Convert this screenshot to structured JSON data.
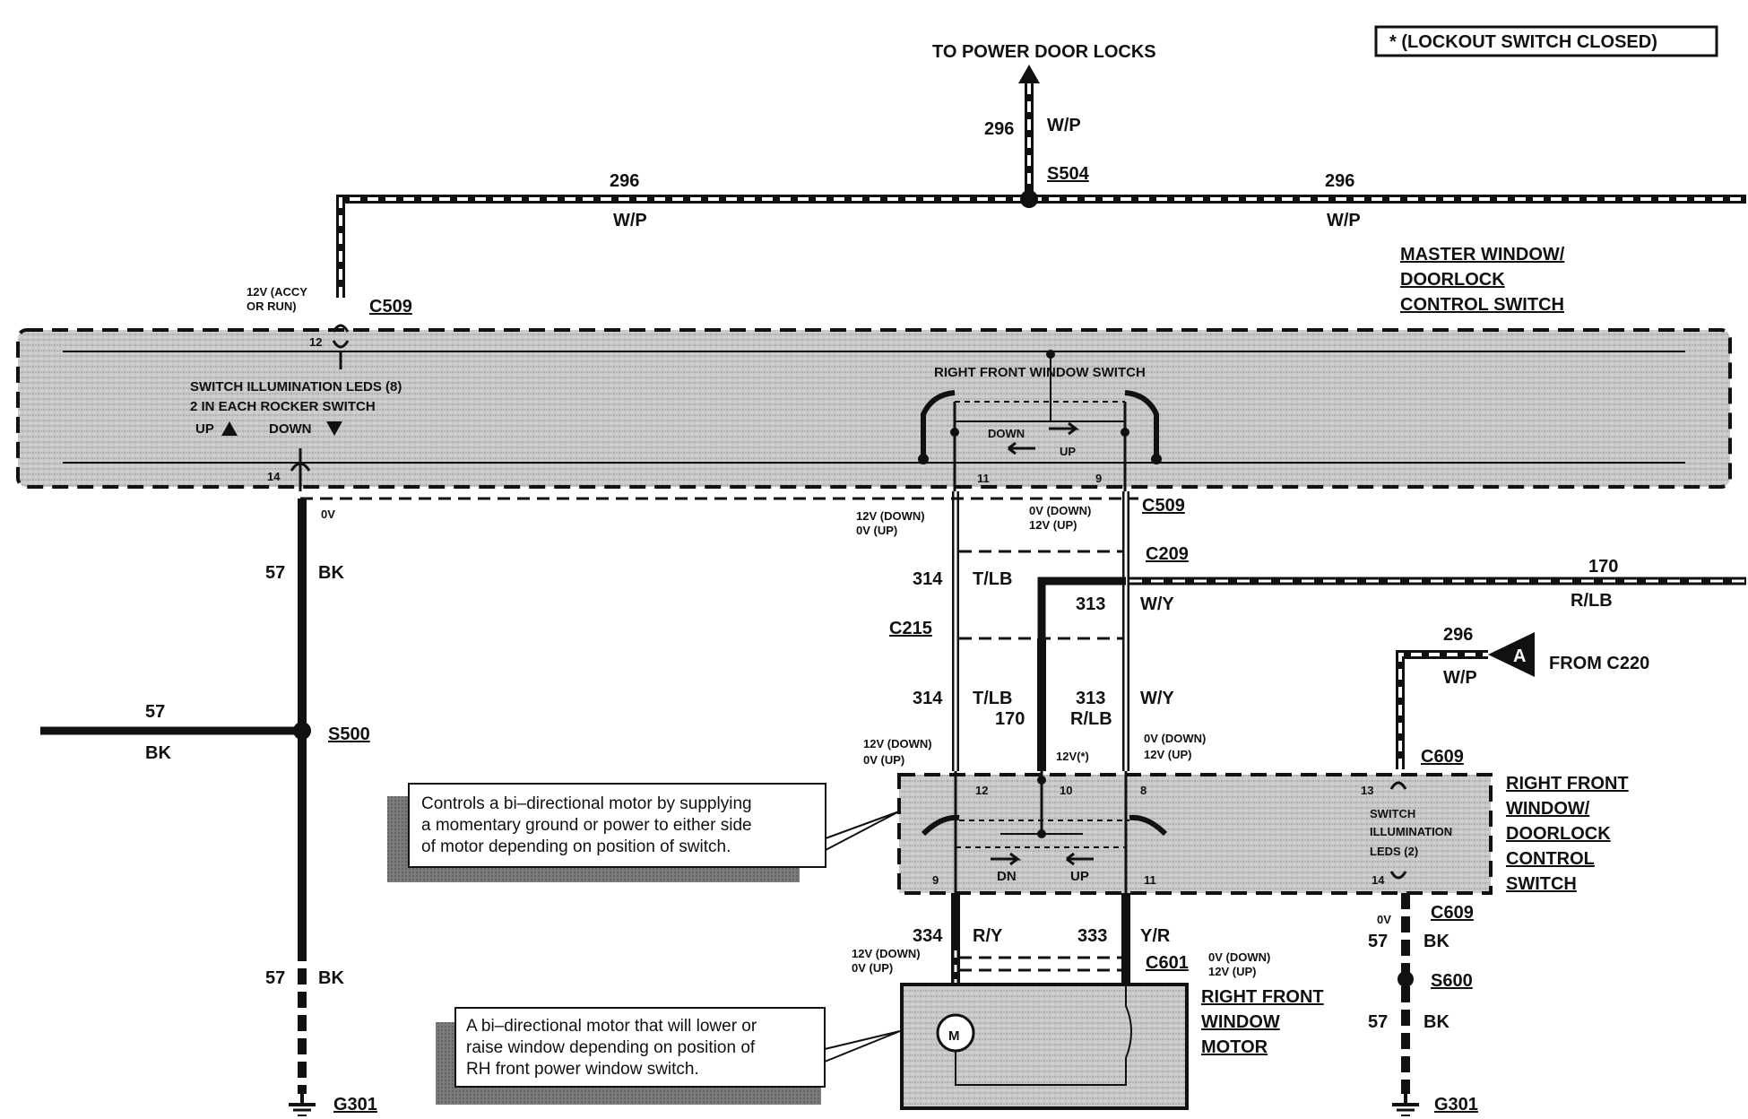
{
  "header": {
    "legend_text": "*   (LOCKOUT SWITCH CLOSED)",
    "to_power_door_locks": "TO POWER DOOR LOCKS"
  },
  "top_bus": {
    "circuit_left": "296",
    "color_left": "W/P",
    "circuit_right": "296",
    "color_right": "W/P",
    "vertical_circuit": "296",
    "vertical_color": "W/P",
    "splice": "S504"
  },
  "master_switch": {
    "title_line1": "MASTER WINDOW/",
    "title_line2": "DOORLOCK",
    "title_line3": "CONTROL SWITCH",
    "feed_note_line1": "12V (ACCY",
    "feed_note_line2": "OR RUN)",
    "connector_top": "C509",
    "pin_12": "12",
    "pin_14": "14",
    "led_line1": "SWITCH ILLUMINATION LEDS (8)",
    "led_line2": "2 IN EACH ROCKER SWITCH",
    "led_up": "UP",
    "led_down": "DOWN",
    "window_switch_label": "RIGHT FRONT   WINDOW SWITCH",
    "down_label": "DOWN",
    "up_label": "UP",
    "pin_11": "11",
    "pin_9": "9"
  },
  "center_wiring": {
    "conn_c509": "C509",
    "left_voltage_line1": "12V (DOWN)",
    "left_voltage_line2": "0V (UP)",
    "right_voltage_line1": "0V (DOWN)",
    "right_voltage_line2": "12V (UP)",
    "conn_c209": "C209",
    "conn_c215": "C215",
    "w314_circuit": "314",
    "w314_color": "T/LB",
    "w313_circuit": "313",
    "w313_color": "W/Y",
    "w170_circuit": "170",
    "w170_color": "R/LB",
    "w314b_circuit": "314",
    "w314b_color": "T/LB",
    "w170b_circuit": "170",
    "w313b_circuit": "313",
    "w313b_color": "R/LB",
    "w313b_color2": "W/Y",
    "lower_left_voltage_line1": "12V (DOWN)",
    "lower_left_voltage_line2": "0V (UP)",
    "lower_right_voltage_line1": "0V (DOWN)",
    "lower_right_voltage_line2": "12V (UP)",
    "star_voltage": "12V(*)"
  },
  "ground_left": {
    "voltage": "0V",
    "circuit_top": "57",
    "color_top": "BK",
    "splice": "S500",
    "branch_circuit": "57",
    "branch_color": "BK",
    "circuit_bottom": "57",
    "color_bottom": "BK",
    "ground": "G301"
  },
  "from_c220": {
    "circuit": "296",
    "color": "W/P",
    "marker": "A",
    "label": "FROM  C220",
    "connector": "C609"
  },
  "rf_switch": {
    "title_line1": "RIGHT FRONT",
    "title_line2": "WINDOW/",
    "title_line3": "DOORLOCK",
    "title_line4": "CONTROL",
    "title_line5": "SWITCH",
    "pin_12": "12",
    "pin_10": "10",
    "pin_8": "8",
    "pin_13": "13",
    "pin_9": "9",
    "pin_11": "11",
    "pin_14": "14",
    "led_line1": "SWITCH",
    "led_line2": "ILLUMINATION",
    "led_line3": "LEDS (2)",
    "dn_label": "DN",
    "up_label": "UP",
    "callout_line1": "Controls a bi–directional motor by supplying",
    "callout_line2": "a momentary ground or power to either side",
    "callout_line3": "of motor depending on position of switch."
  },
  "motor": {
    "w334_circuit": "334",
    "w334_color": "R/Y",
    "w333_circuit": "333",
    "w333_color": "Y/R",
    "left_voltage_line1": "12V (DOWN)",
    "left_voltage_line2": "0V (UP)",
    "right_voltage_line1": "0V (DOWN)",
    "right_voltage_line2": "12V (UP)",
    "connector": "C601",
    "symbol": "M",
    "title_line1": "RIGHT FRONT",
    "title_line2": "WINDOW",
    "title_line3": "MOTOR",
    "callout_line1": "A bi–directional motor that will lower or",
    "callout_line2": "raise window depending on position of",
    "callout_line3": "RH front power window switch."
  },
  "ground_right": {
    "connector": "C609",
    "voltage": "0V",
    "circuit_top": "57",
    "color_top": "BK",
    "splice": "S600",
    "circuit_bottom": "57",
    "color_bottom": "BK",
    "ground": "G301"
  }
}
